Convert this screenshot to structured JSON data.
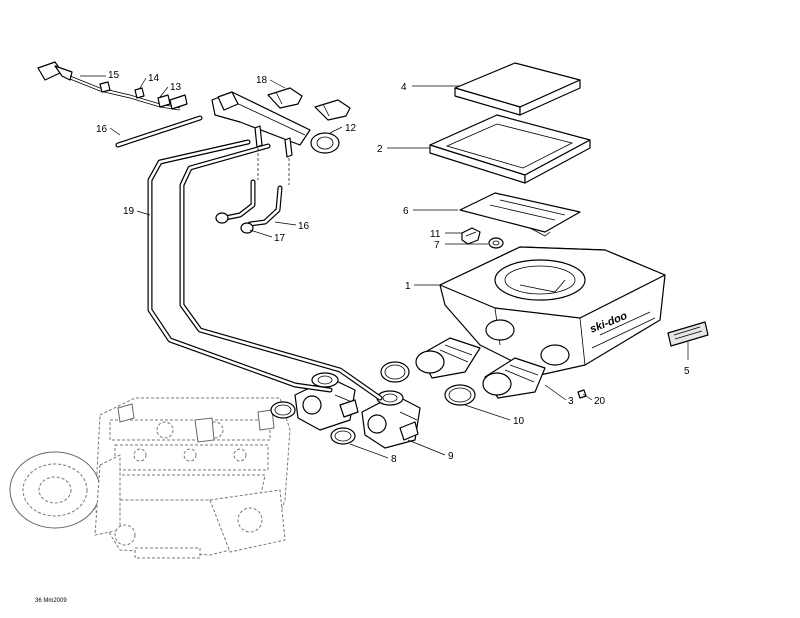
{
  "diagram": {
    "callouts": [
      {
        "id": "c4",
        "label": "4"
      },
      {
        "id": "c2",
        "label": "2"
      },
      {
        "id": "c6",
        "label": "6"
      },
      {
        "id": "c11",
        "label": "11"
      },
      {
        "id": "c7",
        "label": "7"
      },
      {
        "id": "c1",
        "label": "1"
      },
      {
        "id": "c5",
        "label": "5"
      },
      {
        "id": "c3",
        "label": "3"
      },
      {
        "id": "c20",
        "label": "20"
      },
      {
        "id": "c10",
        "label": "10"
      },
      {
        "id": "c9",
        "label": "9"
      },
      {
        "id": "c8",
        "label": "8"
      },
      {
        "id": "c15",
        "label": "15"
      },
      {
        "id": "c14",
        "label": "14"
      },
      {
        "id": "c13",
        "label": "13"
      },
      {
        "id": "c16a",
        "label": "16"
      },
      {
        "id": "c18",
        "label": "18"
      },
      {
        "id": "c12",
        "label": "12"
      },
      {
        "id": "c19",
        "label": "19"
      },
      {
        "id": "c16b",
        "label": "16"
      },
      {
        "id": "c17",
        "label": "17"
      }
    ],
    "airbox_brand": "ski-doo",
    "footer_code": "36 Mm2009"
  }
}
